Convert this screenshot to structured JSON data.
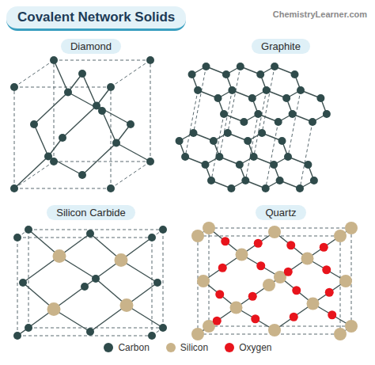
{
  "diagram": {
    "title": "Covalent Network Solids",
    "nodes": [
      {
        "text": [
          "Diamond"
        ]
      },
      {
        "text": [
          "Graphite"
        ]
      },
      {
        "text": [
          "Silicon Carbide"
        ]
      },
      {
        "text": [
          "Quartz"
        ]
      }
    ],
    "labels": [
      "ChemistryLearner.com"
    ],
    "legend": [
      {
        "text": "Carbon",
        "color": "#2f4b4b"
      },
      {
        "text": "Silicon",
        "color": "#c9b38a"
      },
      {
        "text": "Oxygen",
        "color": "#e8141c"
      }
    ]
  }
}
